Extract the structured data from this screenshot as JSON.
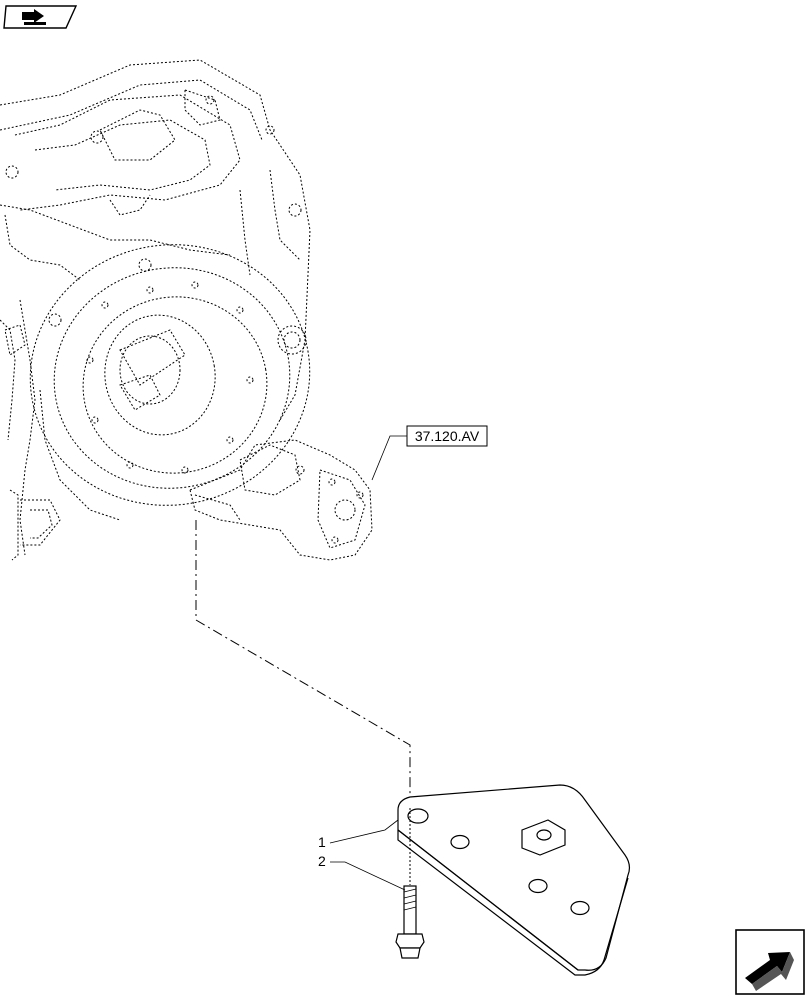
{
  "reference_tag": {
    "label": "37.120.AV"
  },
  "callouts": [
    {
      "number": "1",
      "part": "plate"
    },
    {
      "number": "2",
      "part": "bolt"
    }
  ],
  "icons": {
    "top_left": "book-arrow-icon",
    "bottom_right": "next-page-arrow-icon"
  },
  "colors": {
    "line": "#000000",
    "background": "#ffffff"
  }
}
